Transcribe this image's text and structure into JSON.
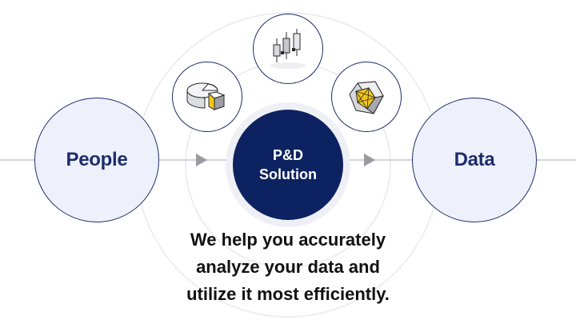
{
  "diagram": {
    "left_node": {
      "label": "People"
    },
    "center_node": {
      "label_line1": "P&D",
      "label_line2": "Solution"
    },
    "right_node": {
      "label": "Data"
    },
    "icons": [
      {
        "name": "pie-chart-icon"
      },
      {
        "name": "candlestick-chart-icon"
      },
      {
        "name": "diamond-gem-icon"
      }
    ]
  },
  "tagline": {
    "line1": "We help you accurately",
    "line2": "analyze your data and",
    "line3": "utilize it most efficiently."
  },
  "colors": {
    "navy": "#0d2260",
    "node_border": "#1e2d6b",
    "node_fill": "#eef1fb",
    "accent_yellow": "#f2c618",
    "arrow_gray": "#9a9aa0"
  }
}
